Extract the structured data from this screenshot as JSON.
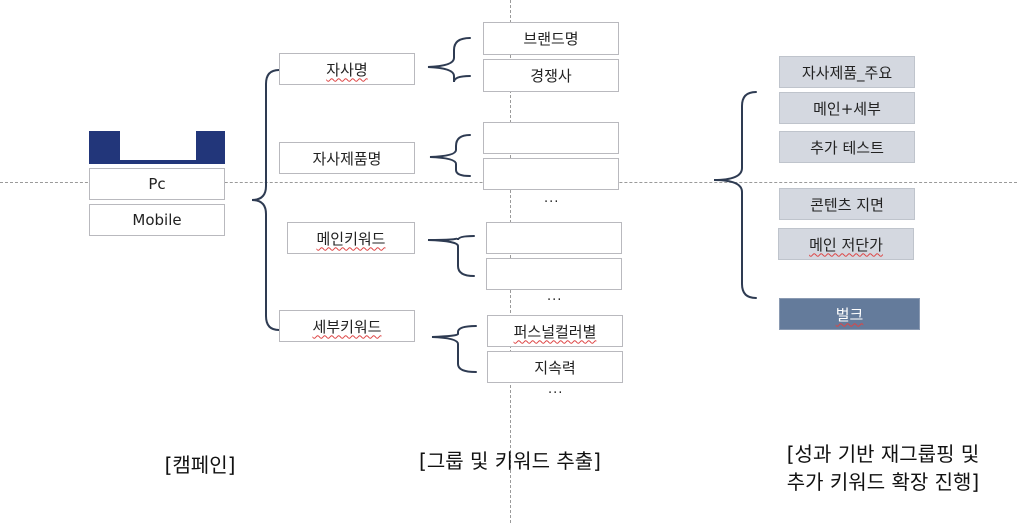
{
  "campaign": {
    "platforms": [
      "Pc",
      "Mobile"
    ],
    "caption": "[캠페인]"
  },
  "groups": {
    "items": [
      "자사명",
      "자사제품명",
      "메인키워드",
      "세부키워드"
    ],
    "keywords": {
      "brand": [
        "브랜드명",
        "경쟁사"
      ],
      "detail": [
        "퍼스널컬러별",
        "지속력"
      ]
    },
    "ellipsis": "...",
    "caption": "[그룹 및 키워드 추출]"
  },
  "regroup": {
    "items": [
      "자사제품_주요",
      "메인+세부",
      "추가 테스트",
      "콘텐츠 지면",
      "메인 저단가"
    ],
    "bulk_label": "벌크",
    "caption_line1": "[성과 기반 재그룹핑 및",
    "caption_line2": "추가 키워드 확장 진행]"
  }
}
